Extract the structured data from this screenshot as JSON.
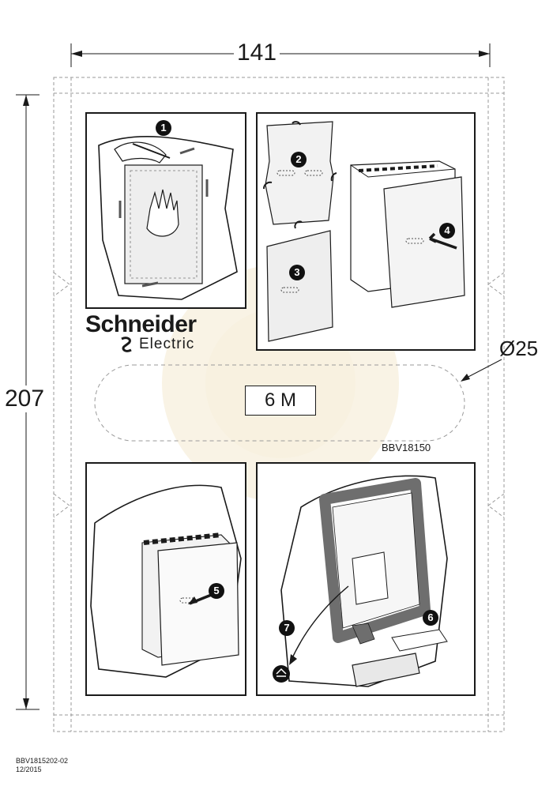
{
  "dimensions": {
    "width_label": "141",
    "height_label": "207",
    "diameter_label": "Ø25"
  },
  "brand": {
    "name": "Schneider",
    "sub": "Electric"
  },
  "module_label": "6 M",
  "product_ref": "BBV18150",
  "footer": {
    "doc_code": "BBV1815202-02",
    "date": "12/2015"
  },
  "steps": [
    "1",
    "2",
    "3",
    "4",
    "5",
    "6",
    "7"
  ],
  "colors": {
    "line": "#1a1a1a",
    "dashed": "#9a9a9a",
    "gasket": "#6e6e6e",
    "watermark": "#f3e6b8"
  }
}
